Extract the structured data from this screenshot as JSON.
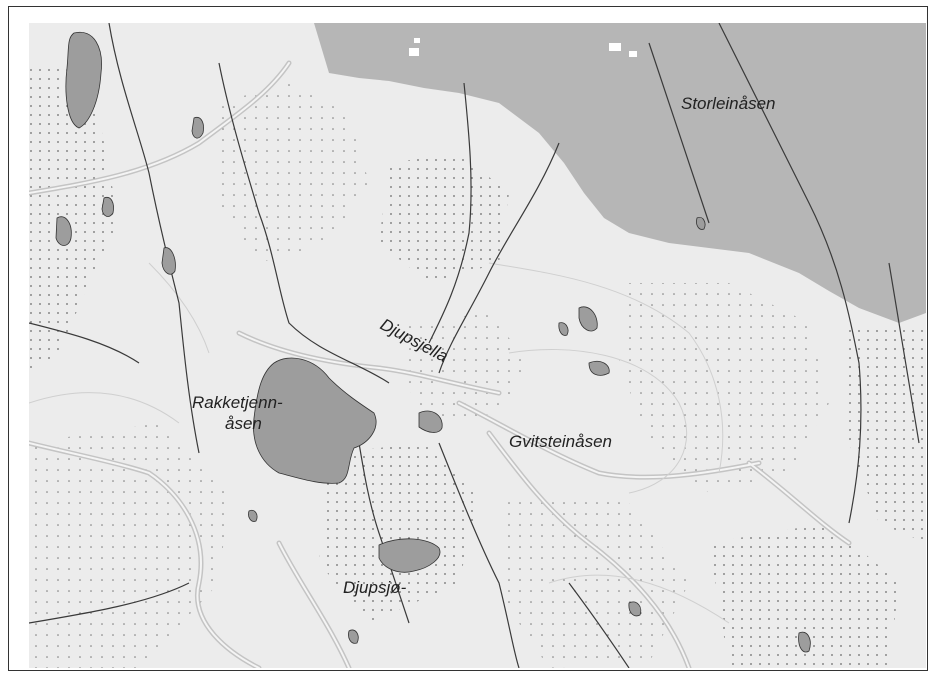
{
  "colors": {
    "land": "#ececec",
    "highland": "#b6b6b6",
    "water": "#9d9d9d",
    "river": "#3a3a3a",
    "road": "#c9c9c9",
    "marsh_dots": "#6a6a6a"
  },
  "labels": {
    "storleinasen": "Storleinåsen",
    "djupsjella": "Djupsjella",
    "rakketjenn_1": "Rakketjenn-",
    "rakketjenn_2": "åsen",
    "gvitsteinasen": "Gvitsteinåsen",
    "djupsjo": "Djupsjø-"
  }
}
